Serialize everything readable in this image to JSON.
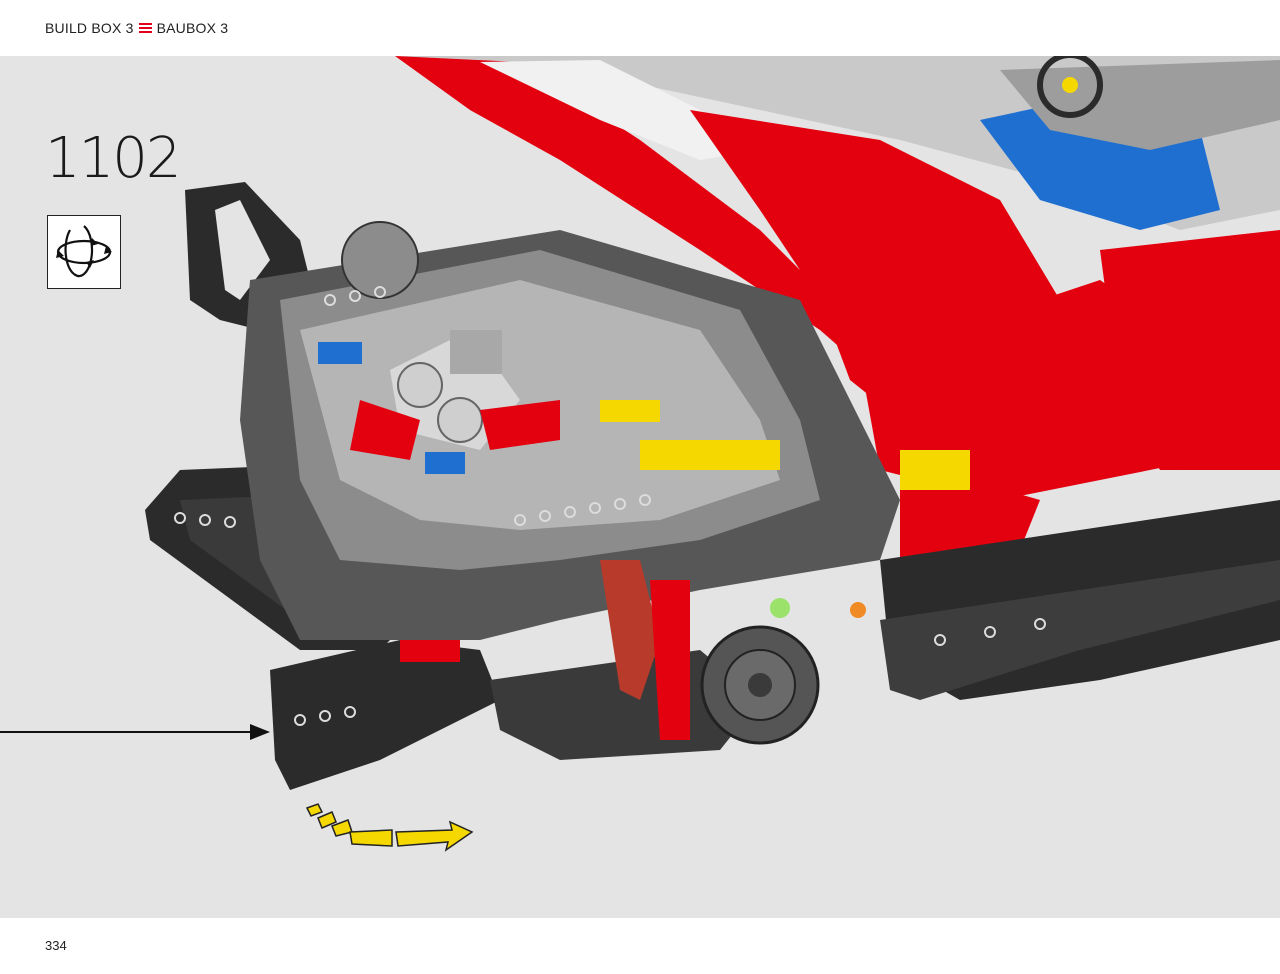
{
  "header": {
    "build_box_en": "BUILD BOX 3",
    "build_box_de": "BAUBOX 3",
    "divider_icon": "menu-lines-icon",
    "accent_color": "#e3001b"
  },
  "step": {
    "number": "1102",
    "rotate_icon": "rotate-model-icon"
  },
  "illustration": {
    "subject": "lego-technic-car-assembly",
    "pointer_icon": "arrow-right-icon",
    "rotation_hint_icon": "curved-arrow-icon",
    "colors": {
      "red": "#e3000f",
      "dark_gray": "#2b2b2b",
      "light_gray": "#a8a8a8",
      "blue": "#1f6fd1",
      "yellow": "#f5d800",
      "background": "#e4e4e4"
    }
  },
  "footer": {
    "page_number": "334"
  }
}
